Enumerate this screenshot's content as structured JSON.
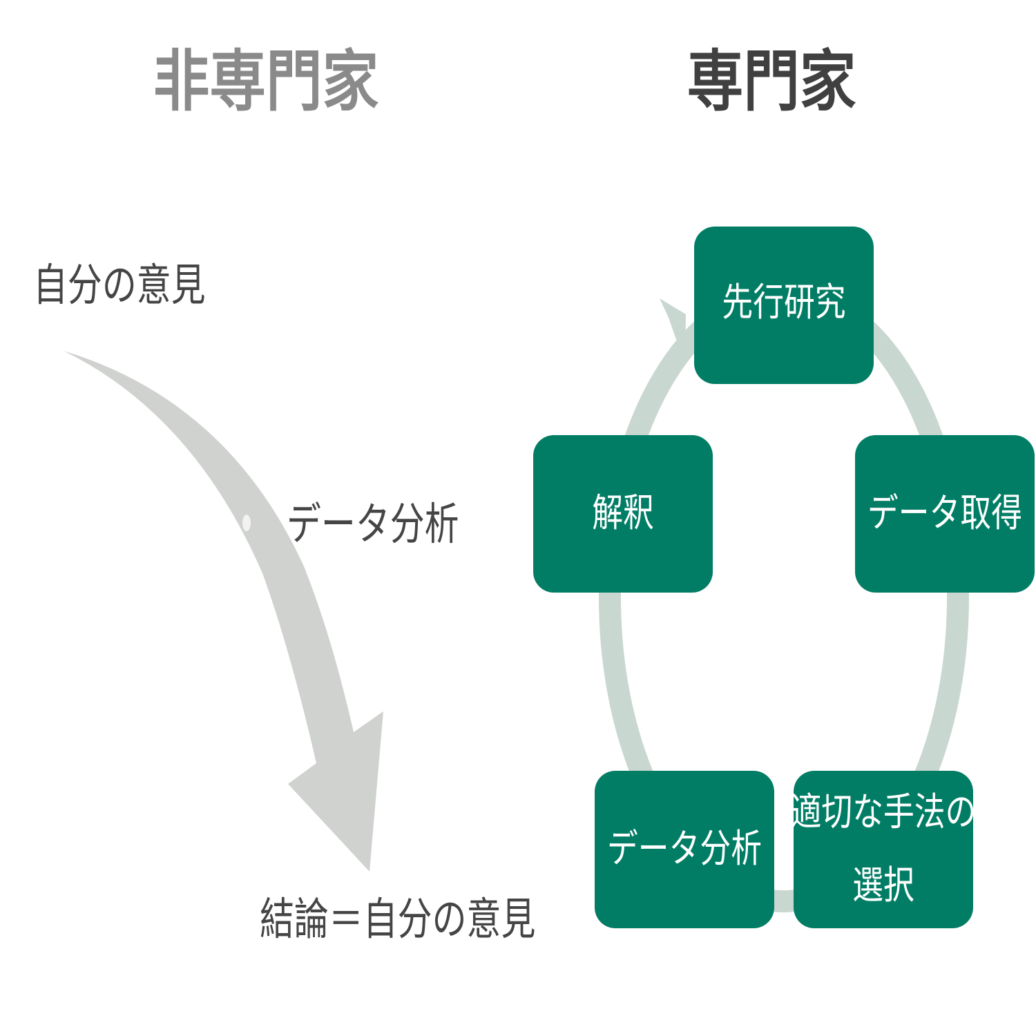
{
  "left_title": "非専門家",
  "right_title": "専門家",
  "non_expert": {
    "start": "自分の意見",
    "middle": "データ分析",
    "end": "結論＝自分の意見"
  },
  "cycle": [
    {
      "label": "先行研究"
    },
    {
      "label": "データ取得"
    },
    {
      "label_line1": "適切な手法の",
      "label_line2": "選択"
    },
    {
      "label": "データ分析"
    },
    {
      "label": "解釈"
    }
  ],
  "colors": {
    "box": "#027d65",
    "ring": "#c9d7d1",
    "arrow": "#d0d2cf"
  }
}
